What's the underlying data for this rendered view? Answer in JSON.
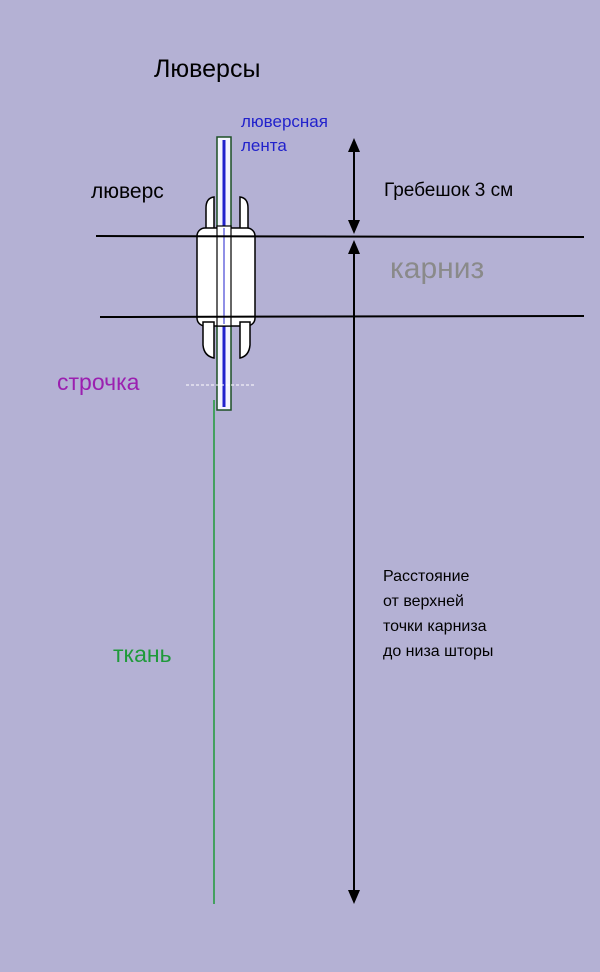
{
  "title": "Люверсы",
  "labels": {
    "tape_line1": "люверсная",
    "tape_line2": "лента",
    "grommet": "люверс",
    "header": "Гребешок 3 см",
    "rod": "карниз",
    "stitch": "строчка",
    "fabric": "ткань",
    "distance_lines": [
      "Расстояние",
      "от верхней",
      "точки карниза",
      "до низа шторы"
    ]
  },
  "colors": {
    "background": "#b4b1d4",
    "tape": "#2222cc",
    "fabric": "#1f9a3a",
    "stitch": "#9b1fb0",
    "rod_label": "#8a8a8a",
    "grommet_fill": "#ffffff",
    "lines": "#000000"
  }
}
